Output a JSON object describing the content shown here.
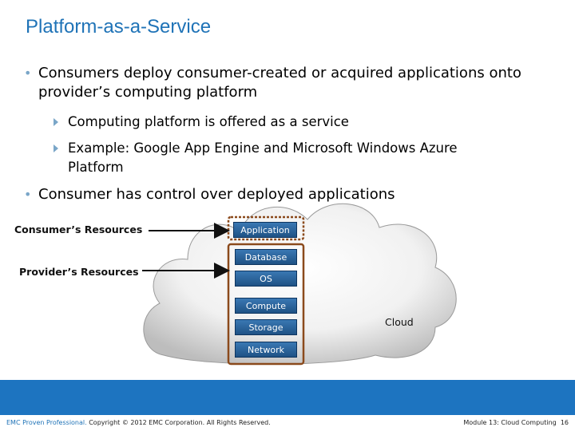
{
  "title": "Platform-as-a-Service",
  "bullets": {
    "b1": "Consumers deploy consumer-created or acquired applications onto provider’s computing platform",
    "b1_sub1": "Computing platform is offered as a service",
    "b1_sub2": "Example: Google App Engine and Microsoft Windows Azure Platform",
    "b2": "Consumer has control over deployed applications"
  },
  "diagram": {
    "consumer_label": "Consumer’s Resources",
    "provider_label": "Provider’s Resources",
    "layers": [
      "Application",
      "Database",
      "OS",
      "Compute",
      "Storage",
      "Network"
    ],
    "cloud_label": "Cloud"
  },
  "footer": {
    "brand": "EMC Proven Professional.",
    "copyright": " Copyright © 2012 EMC Corporation. All Rights Reserved.",
    "module": "Module 13: Cloud Computing",
    "page": "16"
  },
  "colors": {
    "title": "#1f73b7",
    "bullet": "#7aa6c8",
    "layer_fill": "#2d6aa3",
    "highlight_border": "#8b4a1c",
    "footer_band": "#1d74c0"
  }
}
